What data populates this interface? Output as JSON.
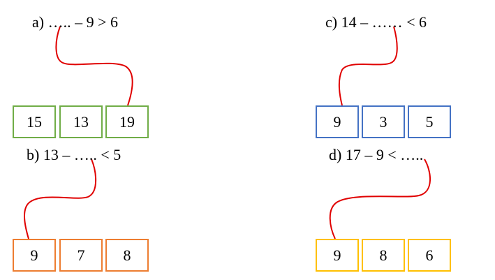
{
  "problems": [
    {
      "id": "a",
      "expression": "a) ….. – 9 > 6",
      "options": [
        "15",
        "13",
        "19"
      ],
      "border_color": "#70AD47",
      "connected_option": "19"
    },
    {
      "id": "b",
      "expression": "b) 13 – ….. < 5",
      "options": [
        "9",
        "7",
        "8"
      ],
      "border_color": "#ED7D31",
      "connected_option": "9"
    },
    {
      "id": "c",
      "expression": "c) 14 – …… < 6",
      "options": [
        "9",
        "3",
        "5"
      ],
      "border_color": "#4472C4",
      "connected_option": "9"
    },
    {
      "id": "d",
      "expression": "d) 17 – 9 < …..",
      "options": [
        "9",
        "8",
        "6"
      ],
      "border_color": "#FFC000",
      "connected_option": "9"
    }
  ],
  "line_color": "#E00000"
}
